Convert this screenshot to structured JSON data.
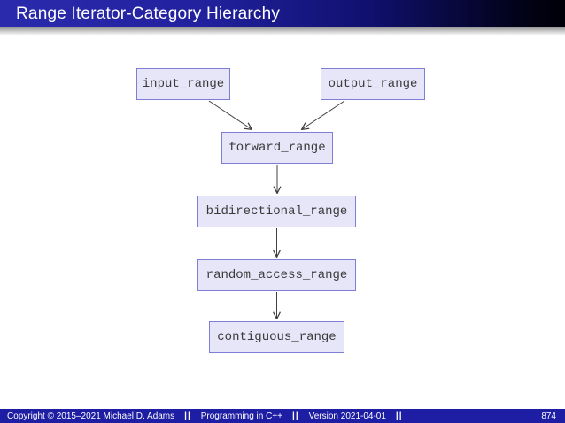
{
  "slide": {
    "title": "Range Iterator-Category Hierarchy",
    "footer": {
      "copyright": "Copyright © 2015–2021 Michael D. Adams",
      "separator": "||",
      "course": "Programming in C++",
      "version": "Version 2021-04-01",
      "page": "874"
    }
  },
  "diagram": {
    "nodes": [
      {
        "id": "input_range",
        "label": "input_range"
      },
      {
        "id": "output_range",
        "label": "output_range"
      },
      {
        "id": "forward_range",
        "label": "forward_range"
      },
      {
        "id": "bidirectional_range",
        "label": "bidirectional_range"
      },
      {
        "id": "random_access_range",
        "label": "random_access_range"
      },
      {
        "id": "contiguous_range",
        "label": "contiguous_range"
      }
    ],
    "edges": [
      {
        "from": "input_range",
        "to": "forward_range"
      },
      {
        "from": "output_range",
        "to": "forward_range"
      },
      {
        "from": "forward_range",
        "to": "bidirectional_range"
      },
      {
        "from": "bidirectional_range",
        "to": "random_access_range"
      },
      {
        "from": "random_access_range",
        "to": "contiguous_range"
      }
    ]
  },
  "colors": {
    "header_gradient_start": "#2a2aad",
    "header_gradient_end": "#000008",
    "footer_bg": "#1e1ea4",
    "node_fill": "#e6e6f8",
    "node_border": "#7e7ed6",
    "node_text": "#3a3a3a",
    "arrow": "#404040",
    "title_text": "#ffffff"
  }
}
